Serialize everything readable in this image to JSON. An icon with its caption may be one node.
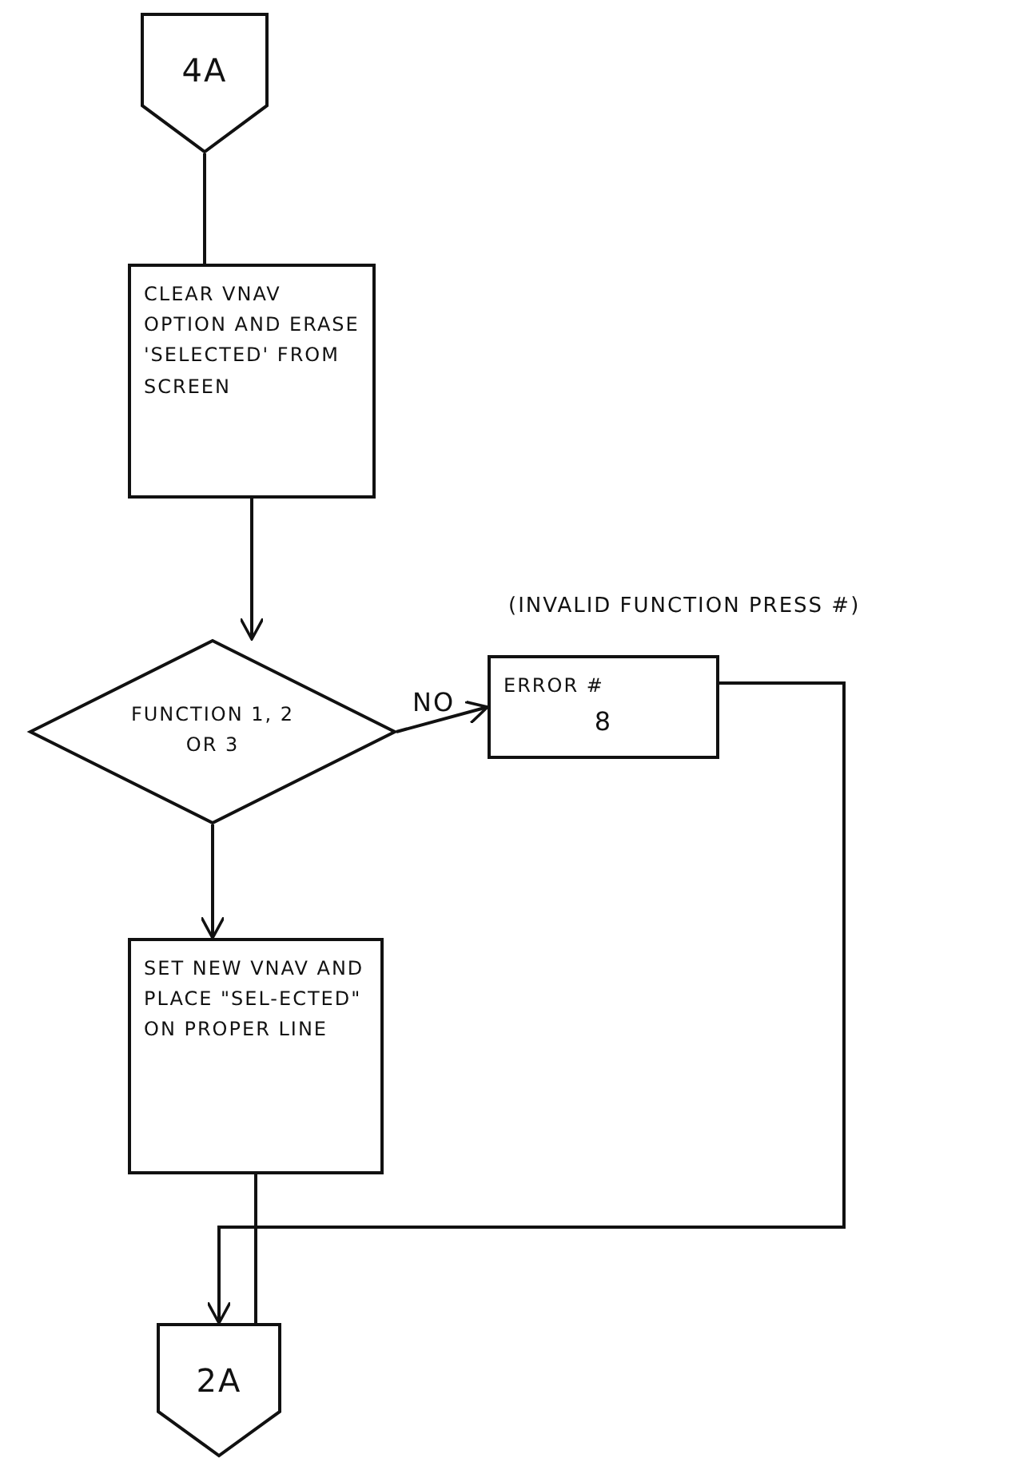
{
  "diagram": {
    "nodes": [
      {
        "text": [
          "4A"
        ]
      },
      {
        "text": [
          "CLEAR VNAV OPTION AND ERASE 'SELECTED' FROM SCREEN"
        ]
      },
      {
        "text": [
          "FUNCTION 1, 2 OR 3"
        ]
      },
      {
        "text": [
          "ERROR #",
          "8"
        ]
      },
      {
        "text": [
          "SET NEW VNAV AND PLACE \"SEL-ECTED\" ON PROPER LINE"
        ]
      },
      {
        "text": [
          "2A"
        ]
      }
    ],
    "edges": [
      {
        "from": 0,
        "to": 1,
        "arrow": "none"
      },
      {
        "from": 1,
        "to": 2,
        "arrow": "to"
      },
      {
        "from": 2,
        "to": 3,
        "arrow": "to",
        "label": "NO"
      },
      {
        "from": 2,
        "to": 4,
        "arrow": "to"
      },
      {
        "from": 3,
        "to": 5,
        "arrow": "to"
      },
      {
        "from": 4,
        "to": 5,
        "arrow": "none"
      }
    ],
    "labels": [
      "(INVALID FUNCTION PRESS #)"
    ]
  }
}
